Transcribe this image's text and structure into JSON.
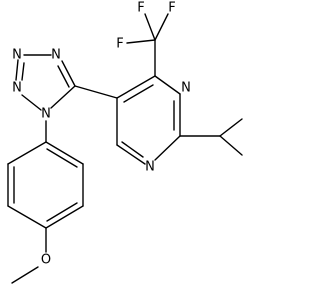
{
  "molecule": {
    "atom_labels": {
      "tetrazole_n1": "N",
      "tetrazole_n2": "N",
      "tetrazole_n3": "N",
      "tetrazole_n4": "N",
      "pyrimidine_n1": "N",
      "pyrimidine_n3": "N",
      "cf3_f_top_left": "F",
      "cf3_f_top_right": "F",
      "cf3_f_left": "F",
      "methoxy_o": "O"
    }
  },
  "colors": {
    "bond": "#000000",
    "label": "#000000",
    "background": "#ffffff"
  }
}
